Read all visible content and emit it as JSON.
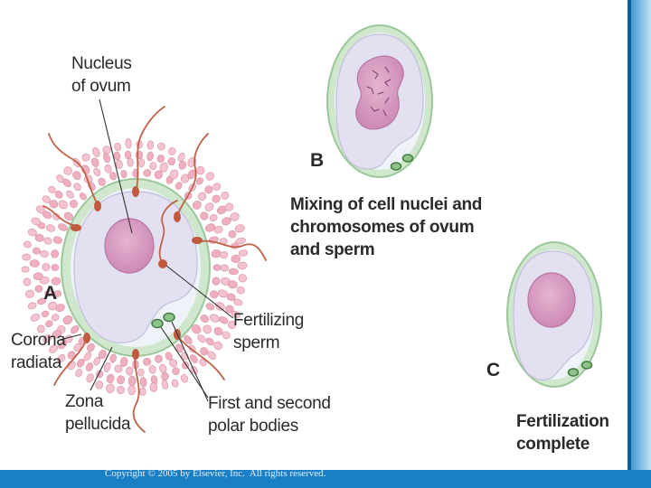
{
  "panel_letters": {
    "a": "A",
    "b": "B",
    "c": "C"
  },
  "labels": {
    "nucleus_of_ovum": "Nucleus\nof ovum",
    "fertilizing_sperm": "Fertilizing\nsperm",
    "corona_radiata": "Corona\nradiata",
    "zona_pellucida": "Zona\npellucida",
    "polar_bodies": "First and second\npolar bodies",
    "mixing_caption": "Mixing of cell nuclei and\nchromosomes of ovum\nand sperm",
    "fertilization_complete": "Fertilization\ncomplete"
  },
  "copyright": "Copyright © 2005 by Elsevier, Inc.  All rights reserved.",
  "colors": {
    "background": "#ffffff",
    "frame_blue": "#0e6fb6",
    "frame_light": "#c8e6f3",
    "corona_pink": "#f0b8c4",
    "zona_green": "#cfe7cc",
    "cytoplasm": "#e6e4f2",
    "nucleus": "#dba0c4",
    "sperm": "#c0624a"
  }
}
